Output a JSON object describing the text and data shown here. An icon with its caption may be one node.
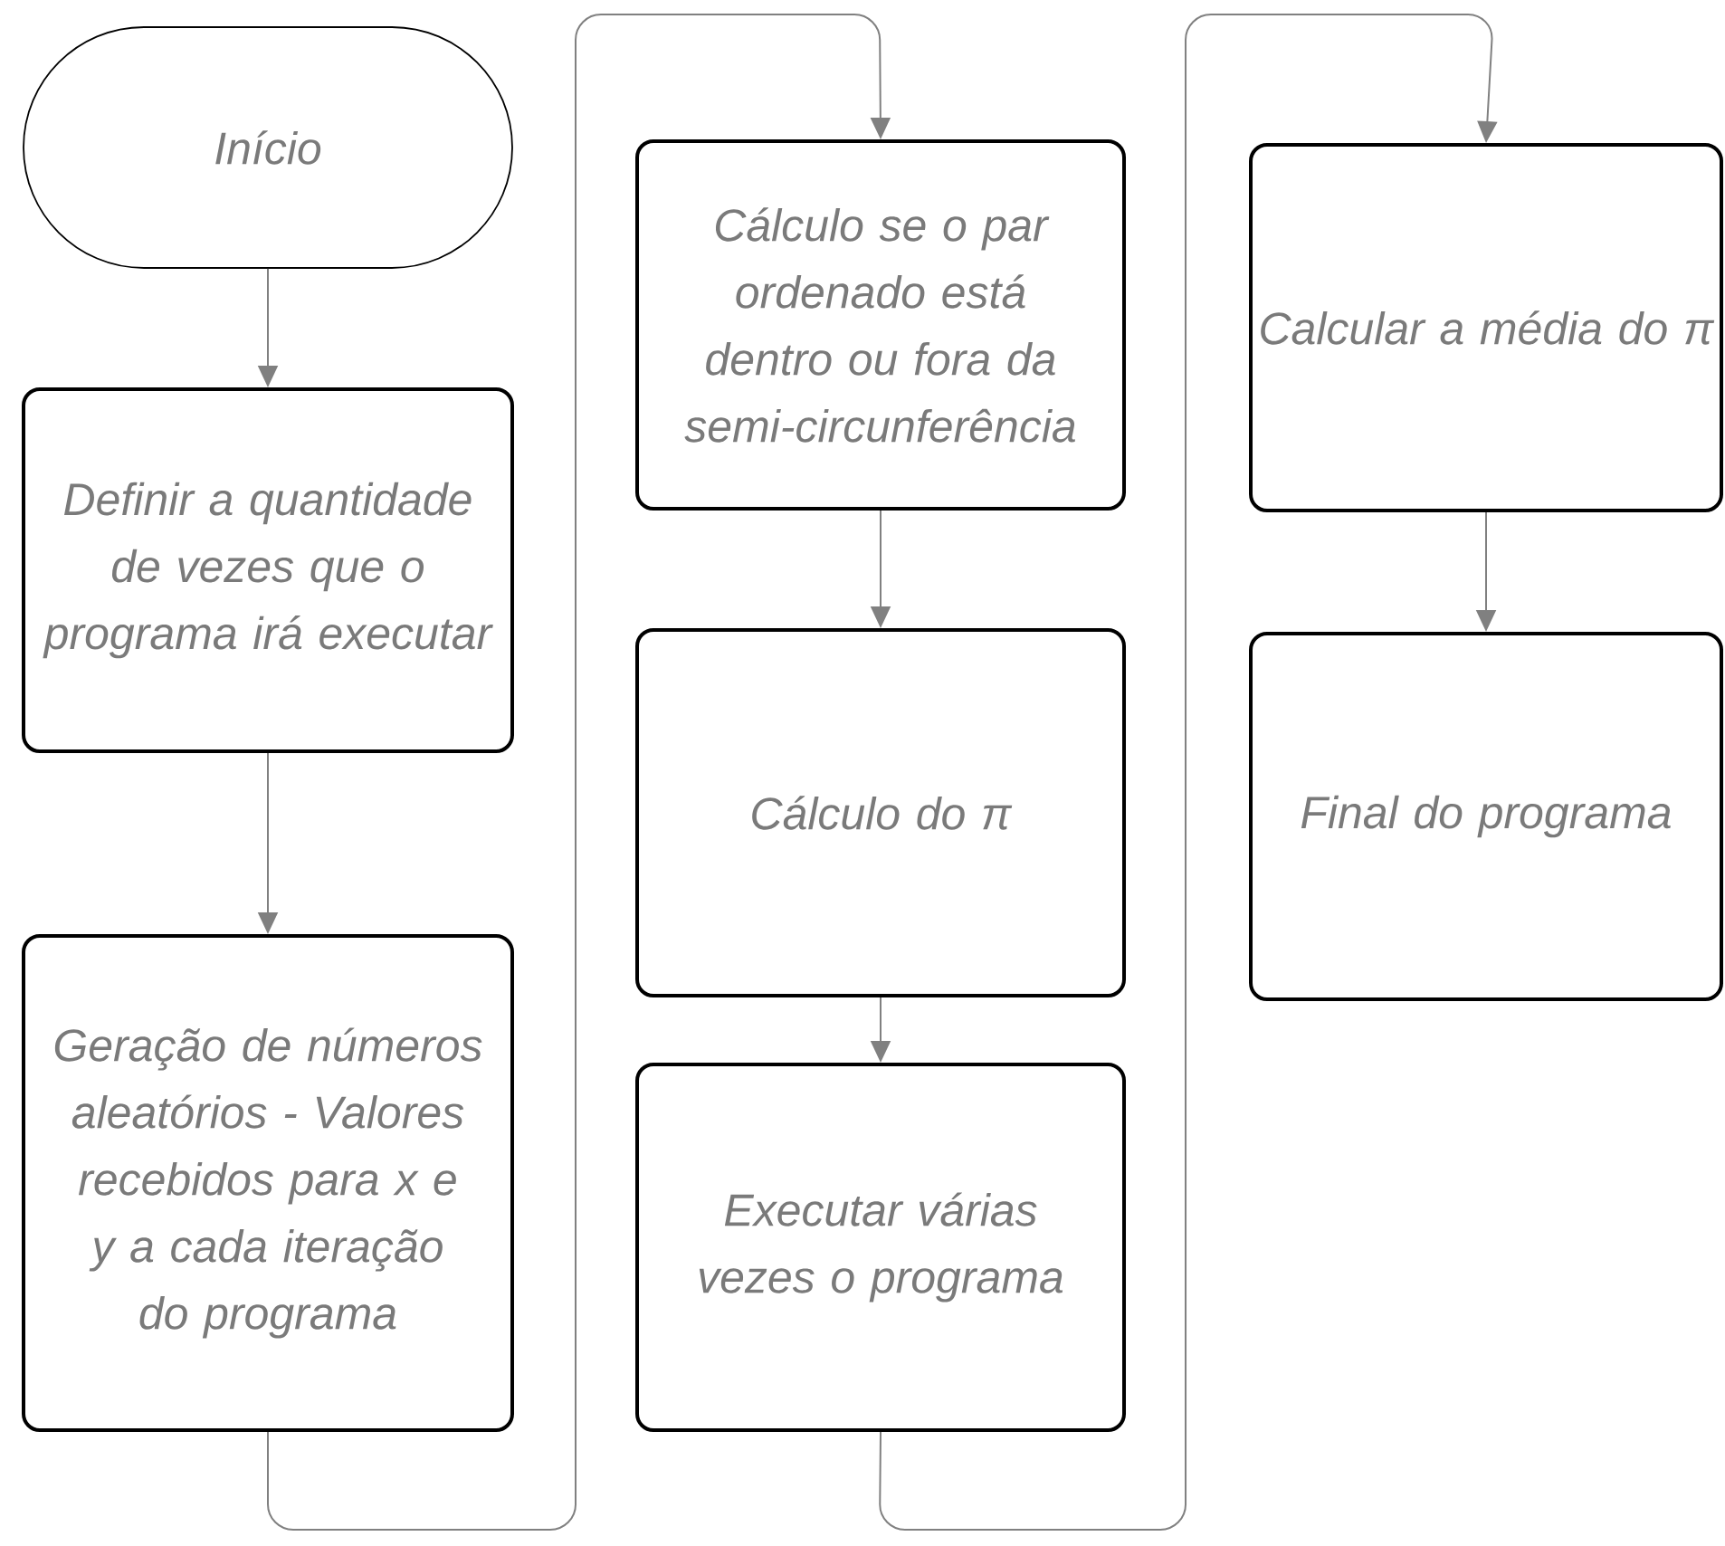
{
  "diagram": {
    "nodes": [
      {
        "text": [
          "Início"
        ]
      },
      {
        "text": [
          "Definir a quantidade de vezes que o programa irá executar"
        ]
      },
      {
        "text": [
          "Geração de números aleatórios - Valores recebidos para x e y a cada iteração do programa"
        ]
      },
      {
        "text": [
          "Cálculo se o par ordenado está dentro ou fora da semi-circunferência"
        ]
      },
      {
        "text": [
          "Cálculo do π"
        ]
      },
      {
        "text": [
          "Executar várias vezes o programa"
        ]
      },
      {
        "text": [
          "Calcular a média do π"
        ]
      },
      {
        "text": [
          "Final do programa"
        ]
      }
    ],
    "edges": [
      {
        "from": 0,
        "to": 1,
        "arrow": "to"
      },
      {
        "from": 1,
        "to": 2,
        "arrow": "to"
      },
      {
        "from": 2,
        "to": 3,
        "arrow": "to"
      },
      {
        "from": 3,
        "to": 4,
        "arrow": "to"
      },
      {
        "from": 4,
        "to": 5,
        "arrow": "to"
      },
      {
        "from": 5,
        "to": 6,
        "arrow": "to"
      },
      {
        "from": 6,
        "to": 7,
        "arrow": "to"
      }
    ]
  }
}
